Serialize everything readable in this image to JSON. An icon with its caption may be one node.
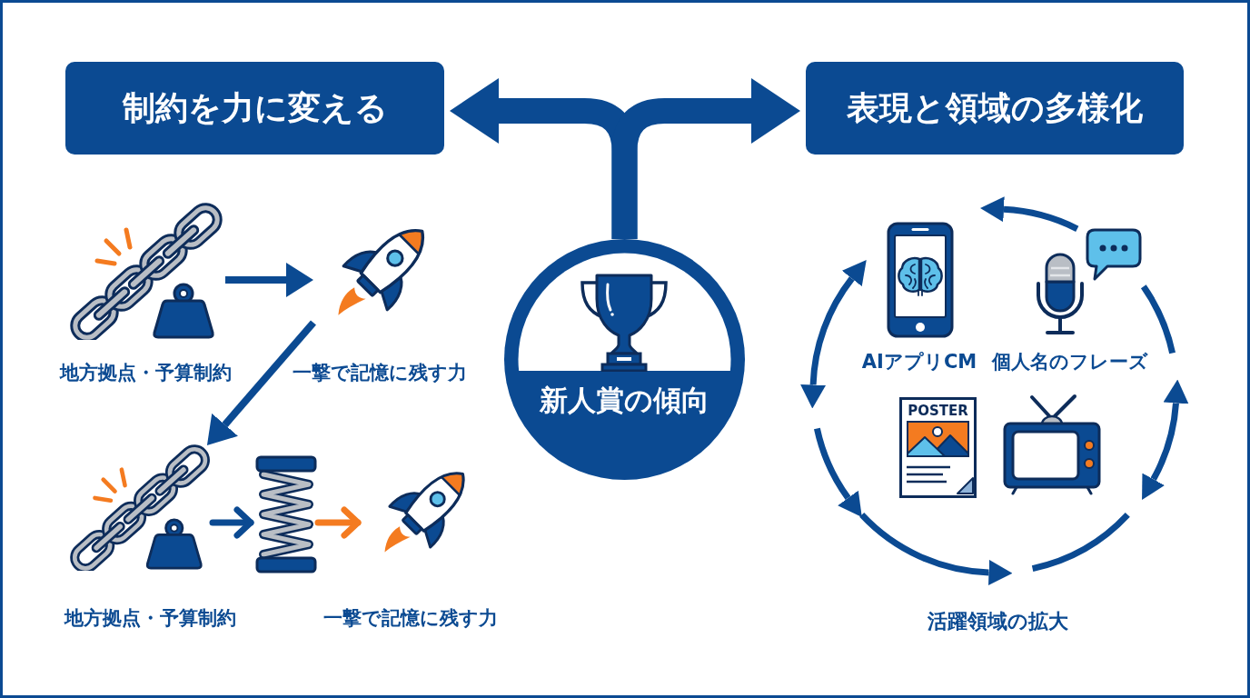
{
  "diagram": {
    "nodes": [
      {
        "text": [
          "制約を力に変える"
        ]
      },
      {
        "text": [
          "表現と領域の多様化"
        ]
      },
      {
        "text": [
          "新人賞の傾向"
        ]
      },
      {
        "text": [],
        "shape": "picture",
        "beside": [
          "地方拠点・予算制約"
        ]
      },
      {
        "text": [],
        "shape": "picture",
        "beside": [
          "一撃で記憶に残す力"
        ]
      },
      {
        "text": [],
        "shape": "picture",
        "beside": [
          "地方拠点・予算制約"
        ]
      },
      {
        "text": [],
        "shape": "picture"
      },
      {
        "text": [],
        "shape": "picture",
        "beside": [
          "一撃で記憶に残す力"
        ]
      },
      {
        "text": [],
        "shape": "picture",
        "beside": [
          "AIアプリCM"
        ]
      },
      {
        "text": [],
        "shape": "picture",
        "beside": [
          "個人名のフレーズ"
        ]
      },
      {
        "text": [
          "POSTER"
        ]
      },
      {
        "text": [],
        "shape": "picture"
      }
    ],
    "edges": [
      {
        "from": 2,
        "to": 0,
        "arrow": "to",
        "style": "thick"
      },
      {
        "from": 2,
        "to": 1,
        "arrow": "to",
        "style": "thick"
      },
      {
        "from": 3,
        "to": 4,
        "arrow": "to"
      },
      {
        "from": 4,
        "to": 5,
        "arrow": "to"
      },
      {
        "from": 5,
        "to": 6,
        "arrow": "to"
      },
      {
        "from": 6,
        "to": 7,
        "arrow": "to",
        "color": "#f47b20"
      }
    ],
    "labels": [
      "活躍領域の拡大"
    ]
  }
}
